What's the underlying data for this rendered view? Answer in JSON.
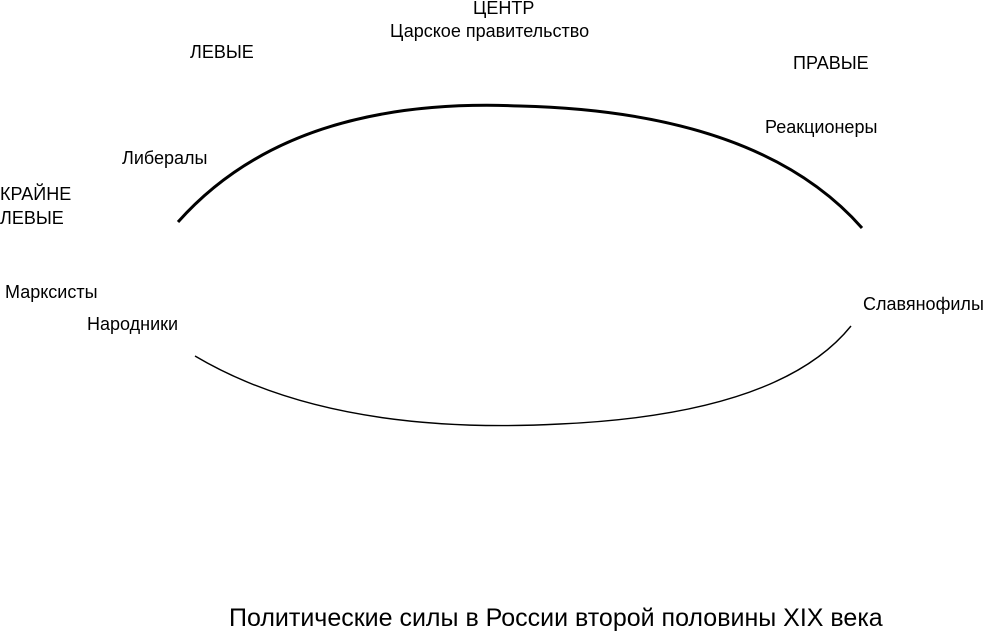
{
  "diagram": {
    "labels": {
      "center": "ЦЕНТР",
      "tsarist_government": "Царское правительство",
      "left": "ЛЕВЫЕ",
      "right": "ПРАВЫЕ",
      "reactionaries": "Реакционеры",
      "liberals": "Либералы",
      "far_left_line1": "КРАЙНЕ",
      "far_left_line2": "ЛЕВЫЕ",
      "marxists": "Марксисты",
      "narodniks": "Народники",
      "slavophiles": "Славянофилы"
    },
    "caption": "Политические силы в России второй половины XIX века",
    "colors": {
      "stroke": "#000000",
      "background": "#ffffff"
    }
  }
}
